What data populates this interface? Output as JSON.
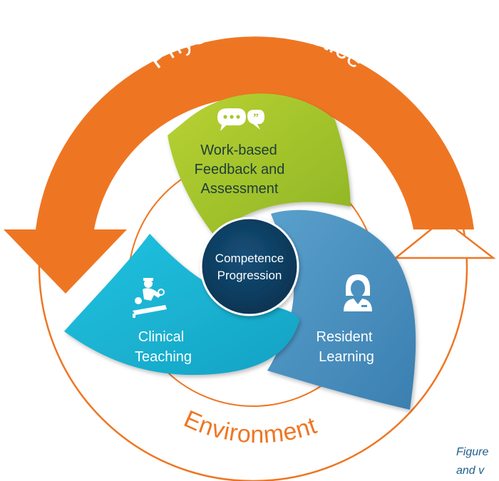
{
  "outer_ring": {
    "top_label": "Physician Practice",
    "bottom_label": "Environment",
    "arrow_color": "#ee7623",
    "ring_outline_color": "#ee7623"
  },
  "center": {
    "line1": "Competence",
    "line2": "Progression",
    "color": "#0d3c5e"
  },
  "petals": [
    {
      "id": "feedback",
      "lines": [
        "Work-based",
        "Feedback and",
        "Assessment"
      ],
      "icon": "chat-bubbles-icon",
      "color": "#a9c52c"
    },
    {
      "id": "resident",
      "lines": [
        "Resident",
        "Learning"
      ],
      "icon": "resident-person-icon",
      "color": "#4a90c0"
    },
    {
      "id": "teaching",
      "lines": [
        "Clinical",
        "Teaching"
      ],
      "icon": "doctor-patient-icon",
      "color": "#1cb3d4"
    }
  ],
  "caption": {
    "line1": "Figure",
    "line2": "and v"
  }
}
